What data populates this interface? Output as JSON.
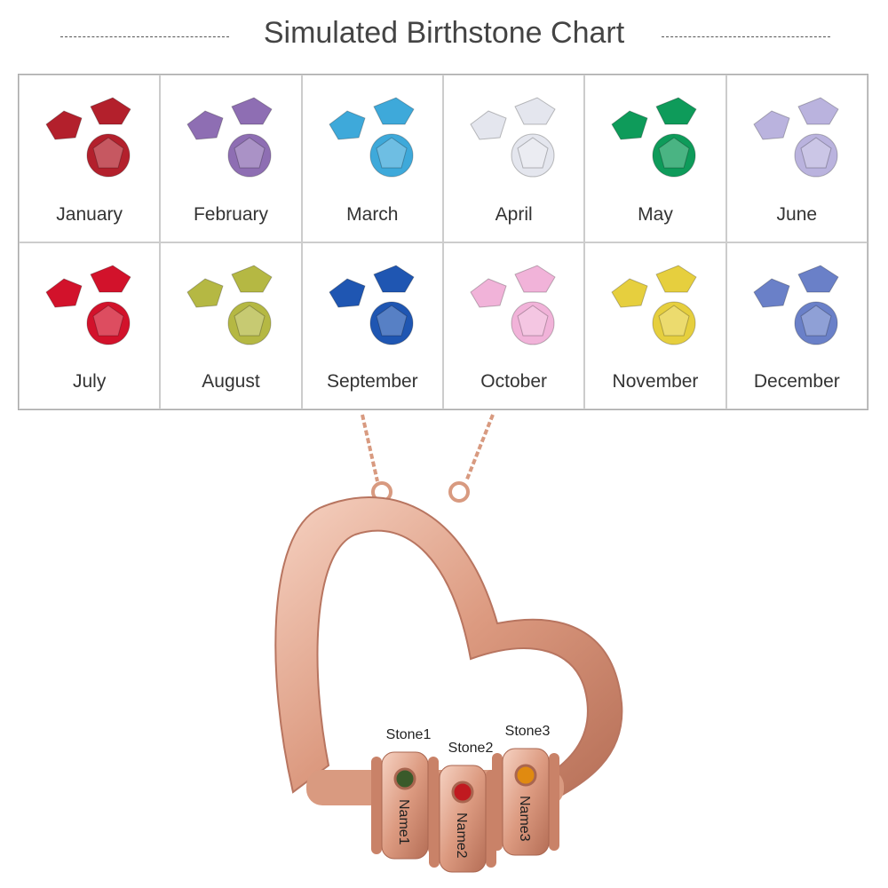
{
  "title": "Simulated Birthstone Chart",
  "months": [
    {
      "name": "January",
      "color": "#b3202c"
    },
    {
      "name": "February",
      "color": "#8e6eb3"
    },
    {
      "name": "March",
      "color": "#3ea9da"
    },
    {
      "name": "April",
      "color": "#e4e6ee"
    },
    {
      "name": "May",
      "color": "#0e9b5a"
    },
    {
      "name": "June",
      "color": "#bab3de"
    },
    {
      "name": "July",
      "color": "#d2122b"
    },
    {
      "name": "August",
      "color": "#b5b843"
    },
    {
      "name": "September",
      "color": "#1f56b2"
    },
    {
      "name": "October",
      "color": "#f1b3d9"
    },
    {
      "name": "November",
      "color": "#e6cf3e"
    },
    {
      "name": "December",
      "color": "#6a80c8"
    }
  ],
  "pendant": {
    "stones": [
      {
        "label": "Stone1",
        "name": "Name1",
        "color": "#3a5a2a"
      },
      {
        "label": "Stone2",
        "name": "Name2",
        "color": "#c01a20"
      },
      {
        "label": "Stone3",
        "name": "Name3",
        "color": "#e08a10"
      }
    ],
    "metal_color": "#e2a58c"
  }
}
